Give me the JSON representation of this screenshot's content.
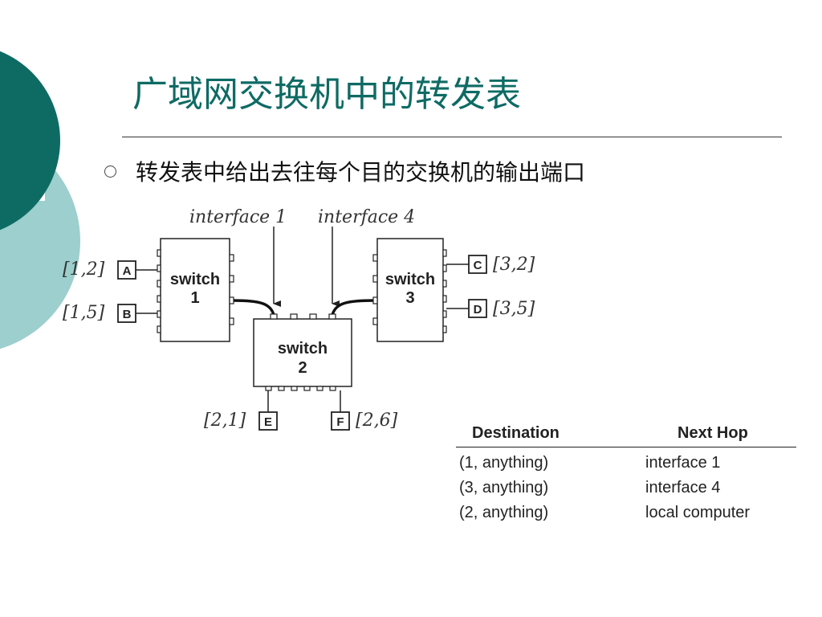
{
  "slide": {
    "title": "广域网交换机中的转发表",
    "bullet": "转发表中给出去往每个目的交换机的输出端口",
    "colors": {
      "title": "#0e6b64",
      "decor_dark": "#0e6b64",
      "decor_light": "#9ccfcd"
    }
  },
  "diagram": {
    "interface_labels": [
      "interface 1",
      "interface 4"
    ],
    "switches": [
      {
        "line1": "switch",
        "line2": "1"
      },
      {
        "line1": "switch",
        "line2": "2"
      },
      {
        "line1": "switch",
        "line2": "3"
      }
    ],
    "hosts": [
      {
        "letter": "A",
        "address": "[1,2]"
      },
      {
        "letter": "B",
        "address": "[1,5]"
      },
      {
        "letter": "C",
        "address": "[3,2]"
      },
      {
        "letter": "D",
        "address": "[3,5]"
      },
      {
        "letter": "E",
        "address": "[2,1]"
      },
      {
        "letter": "F",
        "address": "[2,6]"
      }
    ]
  },
  "table": {
    "headers": [
      "Destination",
      "Next Hop"
    ],
    "rows": [
      [
        "(1, anything)",
        "interface 1"
      ],
      [
        "(3, anything)",
        "interface 4"
      ],
      [
        "(2, anything)",
        "local computer"
      ]
    ]
  }
}
